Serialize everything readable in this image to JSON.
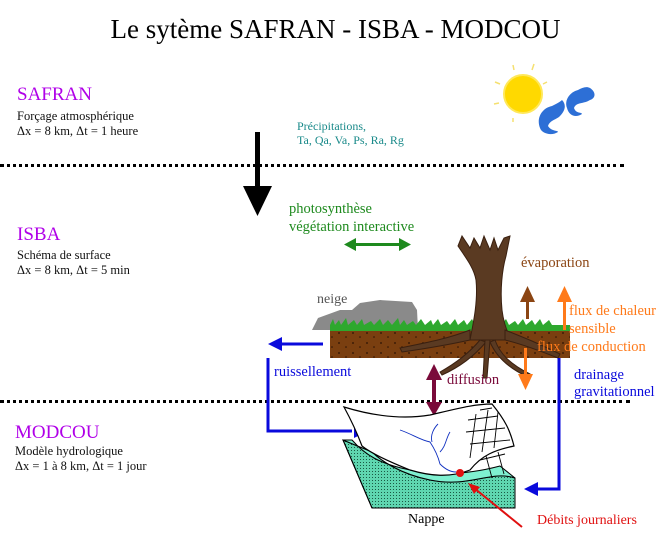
{
  "title": "Le sytème SAFRAN - ISBA - MODCOU",
  "sections": {
    "safran": {
      "name": "SAFRAN",
      "description": "Forçage atmosphérique",
      "resolution": "Δx = 8 km, Δt = 1 heure"
    },
    "isba": {
      "name": "ISBA",
      "description": "Schéma de surface",
      "resolution": "Δx = 8 km, Δt = 5 min"
    },
    "modcou": {
      "name": "MODCOU",
      "description": "Modèle hydrologique",
      "resolution": "Δx = 1 à 8 km, Δt = 1 jour"
    }
  },
  "forcing": {
    "line1": "Précipitations,",
    "line2": "Ta, Qa, Va, Ps, Ra, Rg"
  },
  "processes": {
    "photosynthesis_line1": "photosynthèse",
    "photosynthesis_line2": "végétation interactive",
    "snow": "neige",
    "evaporation": "évaporation",
    "sensible_heat_line1": "flux de chaleur",
    "sensible_heat_line2": "sensible",
    "conduction": "flux de conduction",
    "runoff": "ruissellement",
    "diffusion": "diffusion",
    "drainage_line1": "drainage",
    "drainage_line2": "gravitationnel",
    "aquifer": "Nappe",
    "daily_discharge": "Débits journaliers"
  },
  "colors": {
    "section_title": "#b000e8",
    "forcing_text": "#1a8a8a",
    "vegetation": "#1e8a1e",
    "evaporation": "#8b4513",
    "heat": "#ff7a1a",
    "water_flow": "#0a0adc",
    "diffusion": "#7a0a3a",
    "discharge": "#e01010"
  }
}
